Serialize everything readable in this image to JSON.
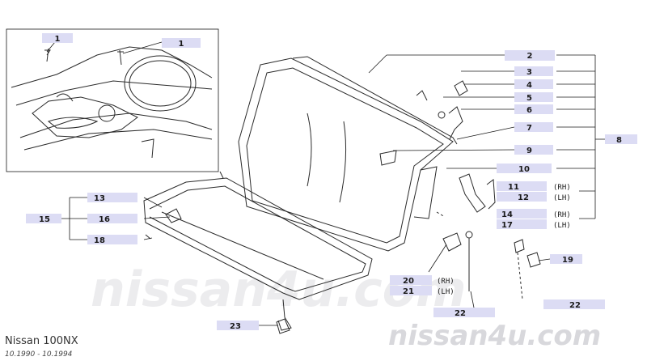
{
  "title": "Nissan 100NX",
  "period": "10.1990  -  10.1994",
  "watermark": "nissan4u.com",
  "colors": {
    "label_box": "#dcdcf4",
    "line": "#1a1a1a",
    "watermark": "#d8d8dc"
  },
  "callouts": [
    {
      "id": "c1a",
      "text": "1"
    },
    {
      "id": "c1b",
      "text": "1"
    },
    {
      "id": "c2",
      "text": "2"
    },
    {
      "id": "c3",
      "text": "3"
    },
    {
      "id": "c4",
      "text": "4"
    },
    {
      "id": "c5",
      "text": "5"
    },
    {
      "id": "c6",
      "text": "6"
    },
    {
      "id": "c7",
      "text": "7"
    },
    {
      "id": "c8",
      "text": "8"
    },
    {
      "id": "c9",
      "text": "9"
    },
    {
      "id": "c10",
      "text": "10"
    },
    {
      "id": "c11",
      "text": "11",
      "side": "(RH)"
    },
    {
      "id": "c12",
      "text": "12",
      "side": "(LH)"
    },
    {
      "id": "c13",
      "text": "13"
    },
    {
      "id": "c14",
      "text": "14",
      "side": "(RH)"
    },
    {
      "id": "c15",
      "text": "15"
    },
    {
      "id": "c16",
      "text": "16"
    },
    {
      "id": "c17",
      "text": "17",
      "side": "(LH)"
    },
    {
      "id": "c18",
      "text": "18"
    },
    {
      "id": "c19",
      "text": "19"
    },
    {
      "id": "c20",
      "text": "20",
      "side": "(RH)"
    },
    {
      "id": "c21",
      "text": "21",
      "side": "(LH)"
    },
    {
      "id": "c22a",
      "text": "22"
    },
    {
      "id": "c22b",
      "text": "22"
    },
    {
      "id": "c23",
      "text": "23"
    }
  ]
}
